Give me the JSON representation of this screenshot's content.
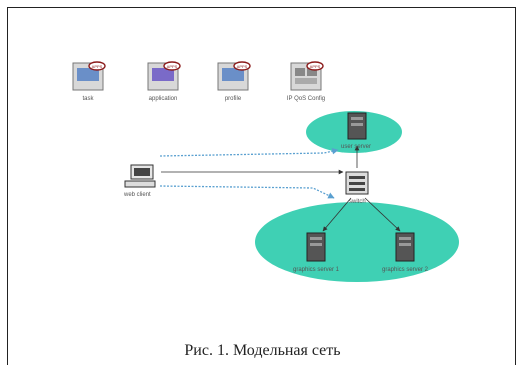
{
  "diagram": {
    "config_objects": [
      {
        "id": "task",
        "label": "task",
        "badge": "APPS"
      },
      {
        "id": "application",
        "label": "application",
        "badge": "APPS"
      },
      {
        "id": "profile",
        "label": "profile",
        "badge": "APPS"
      },
      {
        "id": "ipqos",
        "label": "IP QoS Config",
        "badge": "APPS"
      }
    ],
    "nodes": {
      "client": "web client",
      "switch": "switch",
      "user_server": "user server",
      "graphics_server_1": "graphics server 1",
      "graphics_server_2": "graphics server 2"
    },
    "colors": {
      "subnet_fill": "#3fd0b4",
      "link": "#5aa0d0",
      "badge": "#8b1a1a"
    }
  },
  "caption": "Рис. 1. Модельная сеть"
}
